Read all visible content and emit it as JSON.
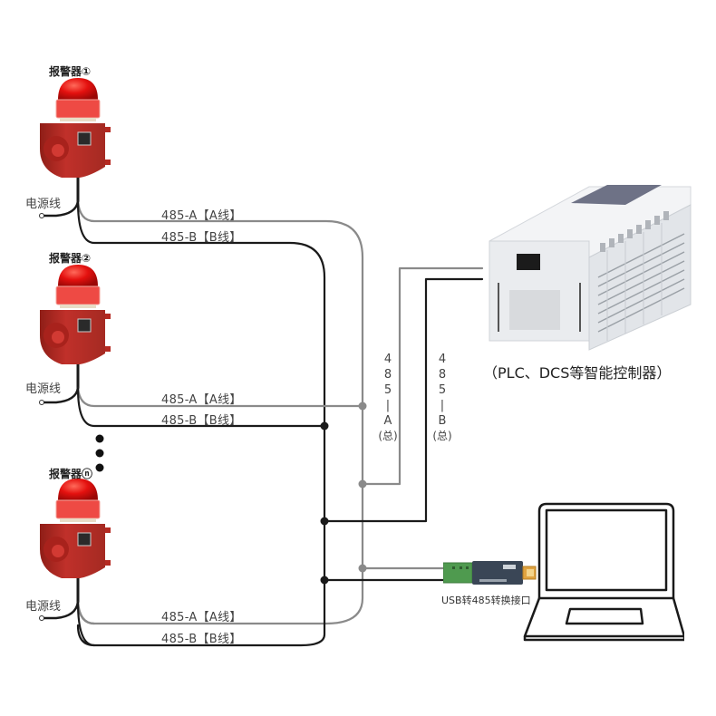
{
  "diagram": {
    "title": "RS485 alarm bus wiring diagram",
    "colors": {
      "wire_a": "#8a8a8a",
      "wire_b": "#1a1a1a",
      "alarm_red": "#b8261d",
      "beacon_red": "#e01010",
      "plc_body": "#eceff2",
      "usb_green": "#4f9a4f",
      "usb_body": "#3a4656"
    },
    "alarms": [
      {
        "title": "报警器①",
        "power_label": "电源线",
        "wire_a_label": "485-A【A线】",
        "wire_b_label": "485-B【B线】"
      },
      {
        "title": "报警器②",
        "power_label": "电源线",
        "wire_a_label": "485-A【A线】",
        "wire_b_label": "485-B【B线】"
      },
      {
        "title": "报警器ⓝ",
        "power_label": "电源线",
        "wire_a_label": "485-A【A线】",
        "wire_b_label": "485-B【B线】"
      }
    ],
    "ellipsis_dots": 3,
    "bus_labels": {
      "a": [
        "4",
        "8",
        "5",
        "|",
        "A",
        "(总)"
      ],
      "b": [
        "4",
        "8",
        "5",
        "|",
        "B",
        "(总)"
      ]
    },
    "plc": {
      "caption": "（PLC、DCS等智能控制器）"
    },
    "usb_adapter": {
      "caption": "USB转485转换接口"
    },
    "laptop": {
      "name": "computer"
    }
  }
}
